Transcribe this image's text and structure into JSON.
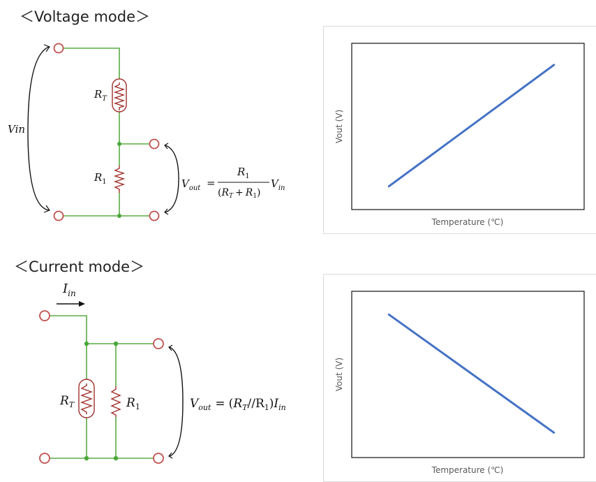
{
  "voltage_mode": {
    "heading": "＜Voltage mode＞",
    "vin_label": "Vin",
    "rt_label": {
      "main": "R",
      "sub": "T"
    },
    "r1_label": {
      "main": "R",
      "sub": "1"
    },
    "formula": {
      "lhs_main": "V",
      "lhs_sub": "out",
      "equals": "=",
      "num_main": "R",
      "num_sub": "1",
      "den_open": "(",
      "den_r": "R",
      "den_sub_t": "T",
      "den_plus": "+",
      "den_r2": "R",
      "den_sub_1": "1",
      "den_close": ")",
      "rhs_main": "V",
      "rhs_sub": "in"
    }
  },
  "current_mode": {
    "heading": "＜Current mode＞",
    "iin_label": {
      "main": "I",
      "sub": "in"
    },
    "rt_label": {
      "main": "R",
      "sub": "T"
    },
    "r1_label": {
      "main": "R",
      "sub": "1"
    },
    "formula": {
      "lhs_main": "V",
      "lhs_sub": "out",
      "equals": "=",
      "open": "(",
      "rt_main": "R",
      "rt_sub": "T",
      "parallel": "//",
      "r1_main": "R",
      "r1_sub": "1",
      "close": ")",
      "rhs_main": "I",
      "rhs_sub": "in"
    }
  },
  "colors": {
    "wire": "#5aac44",
    "node": "#4aa83a",
    "terminal": "#c0504d",
    "resistor": "#a0302c",
    "series_line": "#4472c4"
  },
  "chart_data": [
    {
      "type": "line",
      "xlabel": "Temperature (℃)",
      "ylabel": "Vout (V)",
      "ticks_shown": false,
      "grid": false,
      "xlim": [
        0,
        1
      ],
      "ylim": [
        0,
        1
      ],
      "x": [
        0.16,
        0.87
      ],
      "y": [
        0.14,
        0.87
      ]
    },
    {
      "type": "line",
      "xlabel": "Temperature (℃)",
      "ylabel": "Vout (V)",
      "ticks_shown": false,
      "grid": false,
      "xlim": [
        0,
        1
      ],
      "ylim": [
        0,
        1
      ],
      "x": [
        0.16,
        0.87
      ],
      "y": [
        0.86,
        0.15
      ]
    }
  ]
}
